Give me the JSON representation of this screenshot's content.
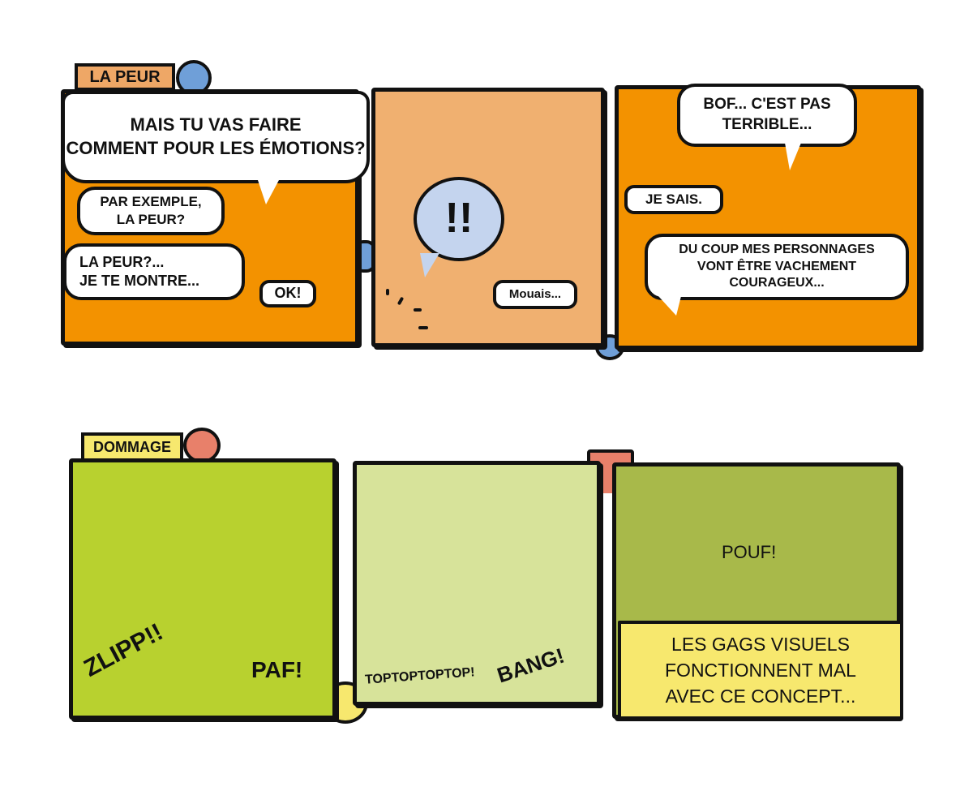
{
  "colors": {
    "orange": "#f39200",
    "light_orange": "#f0b070",
    "blue": "#6f9fd8",
    "lime": "#b8d12f",
    "pale_green": "#d7e39a",
    "olive": "#a8b94a",
    "yellow": "#f7e86e",
    "pink": "#e8806a"
  },
  "strip1": {
    "tab_label": "LA PEUR",
    "panel1": {
      "bubble1": "MAIS TU VAS FAIRE\nCOMMENT POUR LES ÉMOTIONS?",
      "bubble2": "PAR EXEMPLE,\nLA PEUR?",
      "bubble3": "LA PEUR?...\nJE TE MONTRE...",
      "bubble4": "OK!"
    },
    "panel2": {
      "bubble1": "!!",
      "bubble2": "Mouais..."
    },
    "panel3": {
      "bubble1": "BOF... C'EST PAS\nTERRIBLE...",
      "bubble2": "JE SAIS.",
      "bubble3": "DU COUP MES PERSONNAGES\nVONT ÊTRE VACHEMENT\nCOURAGEUX..."
    }
  },
  "strip2": {
    "tab_label": "DOMMAGE",
    "panel1": {
      "sfx1": "ZLIPP!!",
      "sfx2": "PAF!"
    },
    "panel2": {
      "sfx1": "TOPTOPTOPTOP!",
      "sfx2": "BANG!"
    },
    "panel3": {
      "sfx1": "POUF!",
      "caption": "LES GAGS VISUELS\nFONCTIONNENT MAL\nAVEC CE CONCEPT..."
    }
  }
}
